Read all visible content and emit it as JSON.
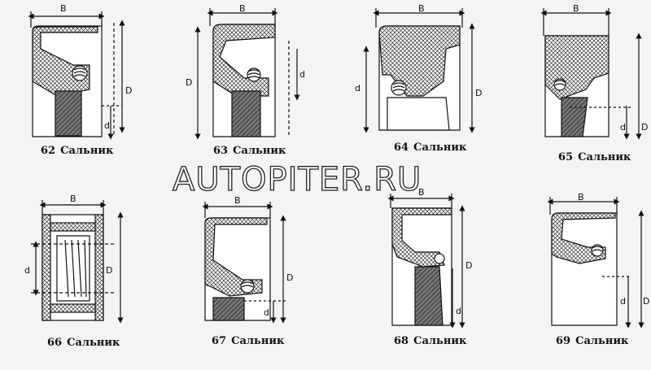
{
  "watermark": "AUTOPITER.RU",
  "dimension_labels": {
    "width": "B",
    "outer": "D",
    "inner": "d"
  },
  "figures": [
    {
      "number": "62",
      "title": "Сальник"
    },
    {
      "number": "63",
      "title": "Сальник"
    },
    {
      "number": "64",
      "title": "Сальник"
    },
    {
      "number": "65",
      "title": "Сальник"
    },
    {
      "number": "66",
      "title": "Сальник"
    },
    {
      "number": "67",
      "title": "Сальник"
    },
    {
      "number": "68",
      "title": "Сальник"
    },
    {
      "number": "69",
      "title": "Сальник"
    }
  ],
  "colors": {
    "ink": "#111111",
    "paper": "#f4f4f2",
    "hatch": "#444444"
  }
}
